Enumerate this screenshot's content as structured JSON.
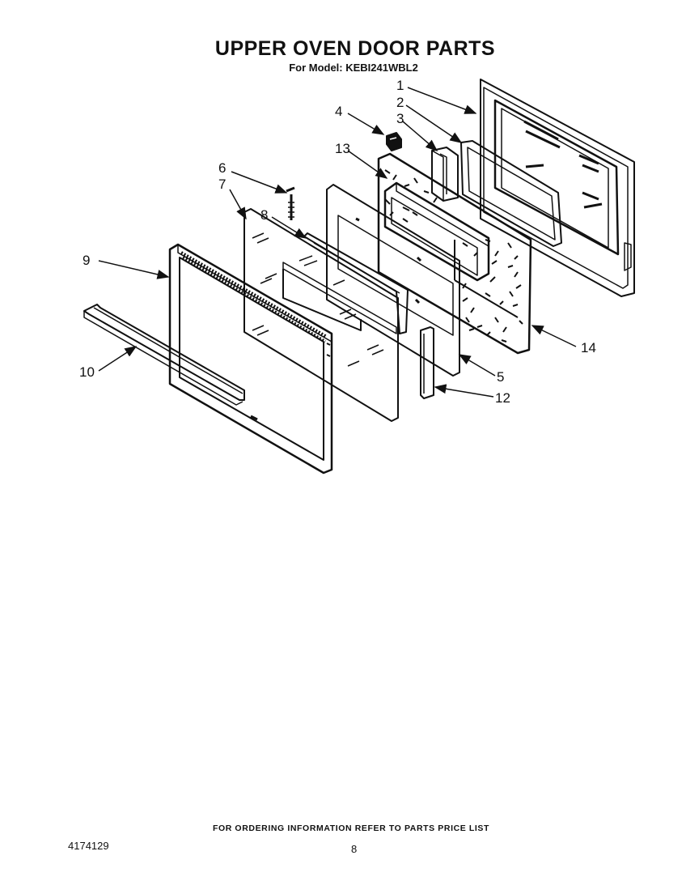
{
  "header": {
    "title": "UPPER OVEN DOOR PARTS",
    "subtitle": "For Model: KEBI241WBL2"
  },
  "callouts": [
    "1",
    "2",
    "3",
    "4",
    "13",
    "6",
    "7",
    "8",
    "9",
    "10",
    "14",
    "5",
    "12"
  ],
  "footer": {
    "note": "FOR ORDERING INFORMATION REFER TO PARTS PRICE LIST",
    "doc_number": "4174129",
    "page_number": "8"
  }
}
